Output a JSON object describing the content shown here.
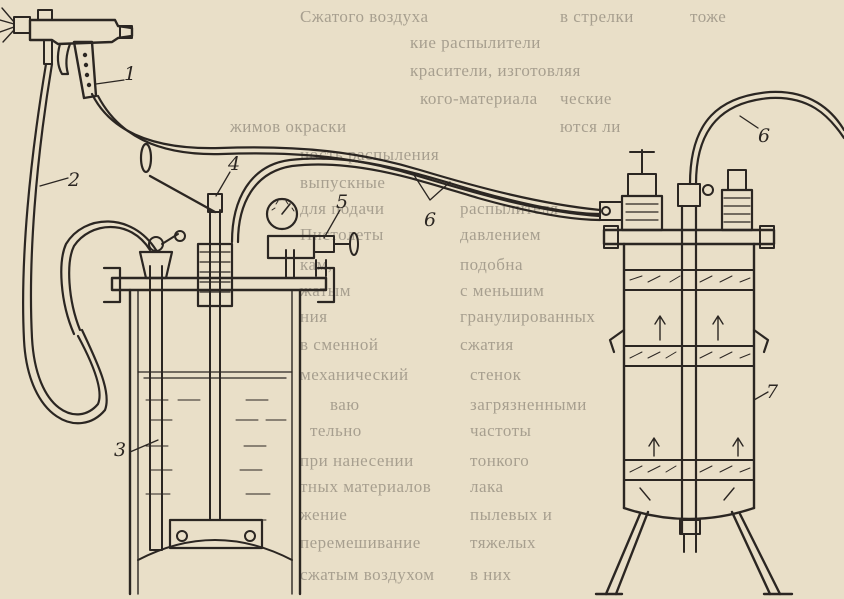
{
  "figure": {
    "labels": {
      "gun": "1",
      "air_hose": "2",
      "suction_tube": "3",
      "stirrer": "4",
      "pressure_regulator": "5",
      "hoses": "6",
      "right_hose": "6",
      "pressure_tank": "7"
    },
    "bleed_text": [
      "Сжатого воздуха",
      "кие распылители",
      "красители, изготовляя",
      "кого-материала",
      "жимов окраски",
      "ность распыления",
      "Пистолеты",
      "кам,",
      "ния",
      "механический",
      "ваю",
      "тельно",
      "при нанесении",
      "тных материалов",
      "жение",
      "перемешивание",
      "сжатым воздухом",
      "в стрелки",
      "тоже",
      "ческие",
      "ются ли",
      "выпускные",
      "для подачи",
      "жатым",
      "в сменной",
      "с меньшим",
      "сжатия",
      "загрязненными",
      "частоты",
      "тонкого",
      "лака",
      "пылевых и",
      "тяжелых",
      "в них",
      "стенок",
      "гранулированных",
      "подобна",
      "давлением",
      "распылителя"
    ]
  }
}
